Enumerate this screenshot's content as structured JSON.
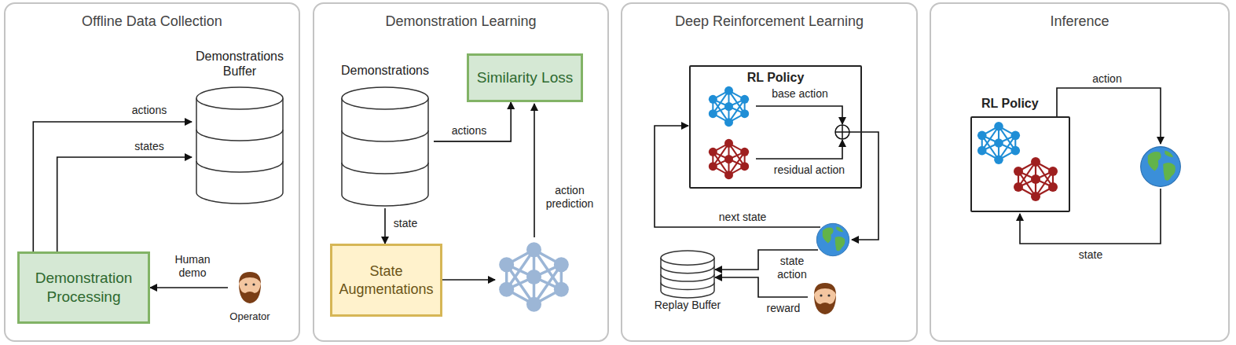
{
  "diagram": {
    "nodes": [
      {
        "text": [
          "Offline Data Collection"
        ]
      },
      {
        "text": [
          "Demonstrations Buffer"
        ],
        "in": 0
      },
      {
        "text": [
          "Demonstration Processing"
        ],
        "in": 0
      },
      {
        "text": [
          "Operator"
        ],
        "in": 0
      },
      {
        "text": [
          "Demonstration Learning"
        ]
      },
      {
        "text": [
          "Demonstrations"
        ],
        "in": 4
      },
      {
        "text": [
          "Similarity Loss"
        ],
        "in": 4
      },
      {
        "text": [
          "State Augmentations"
        ],
        "in": 4
      },
      {
        "text": [
          "Deep Reinforcement Learning"
        ]
      },
      {
        "text": [
          "RL Policy"
        ],
        "in": 8
      },
      {
        "text": [
          "Replay Buffer"
        ],
        "in": 8
      },
      {
        "text": [
          "Inference"
        ]
      },
      {
        "text": [
          "RL Policy"
        ],
        "in": 11
      }
    ],
    "edges": [
      {
        "from": 3,
        "to": 2,
        "label": "Human demo",
        "arrow": "to"
      },
      {
        "from": 2,
        "to": 1,
        "label": "actions",
        "arrow": "to"
      },
      {
        "from": 2,
        "to": 1,
        "label": "states",
        "arrow": "to"
      },
      {
        "from": 5,
        "to": 6,
        "label": "actions",
        "arrow": "to"
      },
      {
        "from": 5,
        "to": 7,
        "label": "state",
        "arrow": "to"
      }
    ],
    "labels": [
      "action prediction",
      "base action",
      "residual action",
      "next state",
      "state action",
      "reward",
      "action",
      "state"
    ]
  }
}
